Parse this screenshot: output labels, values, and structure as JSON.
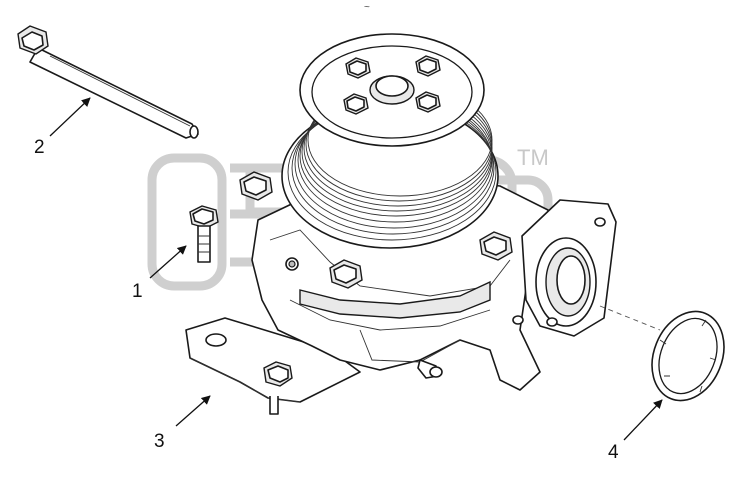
{
  "diagram": {
    "callouts": [
      {
        "id": "1",
        "text": "1"
      },
      {
        "id": "2",
        "text": "2"
      },
      {
        "id": "3",
        "text": "3"
      },
      {
        "id": "4",
        "text": "4"
      }
    ],
    "watermark": {
      "trademark_text": "TM"
    },
    "top_mark": "~",
    "colors": {
      "line": "#1a1a1a",
      "watermark": "#cfcfcf",
      "background": "#ffffff"
    }
  }
}
